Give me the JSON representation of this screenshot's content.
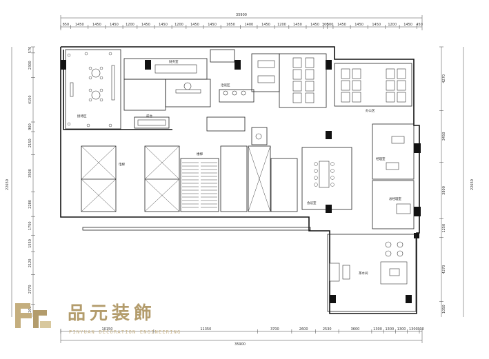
{
  "dimensions": {
    "top_total": "35900",
    "bottom_total": "35900",
    "left_total": "22650",
    "right_total": "22650",
    "top_segments": [
      "850",
      "1450",
      "1450",
      "1450",
      "1200",
      "1450",
      "1450",
      "1200",
      "1450",
      "1450",
      "1650",
      "1400",
      "1450",
      "1200",
      "1450",
      "1450",
      "300",
      "500",
      "1450",
      "1450",
      "1450",
      "1200",
      "1450",
      "450"
    ],
    "bottom_segments": [
      "10150",
      "11350",
      "3700",
      "2600",
      "2530",
      "3600",
      "1300",
      "1300",
      "1300",
      "1300",
      "300"
    ],
    "left_segments": [
      "570",
      "2300",
      "4150",
      "900",
      "2150",
      "3500",
      "2280",
      "1750",
      "1550",
      "2120",
      "2770",
      "1200"
    ],
    "right_segments": [
      "4270",
      "3450",
      "3800",
      "1250",
      "4270",
      "1050"
    ]
  },
  "rooms": [
    {
      "label": "接待区"
    },
    {
      "label": "前台"
    },
    {
      "label": "财务室"
    },
    {
      "label": "洽谈区"
    },
    {
      "label": "办公区"
    },
    {
      "label": "会议室"
    },
    {
      "label": "经理室"
    },
    {
      "label": "总经理室"
    },
    {
      "label": "茶水间"
    },
    {
      "label": "电梯"
    },
    {
      "label": "楼梯"
    }
  ],
  "logo": {
    "name": "品元装飾",
    "subtitle": "PINYUAN DECORATION ENGINEERING"
  }
}
